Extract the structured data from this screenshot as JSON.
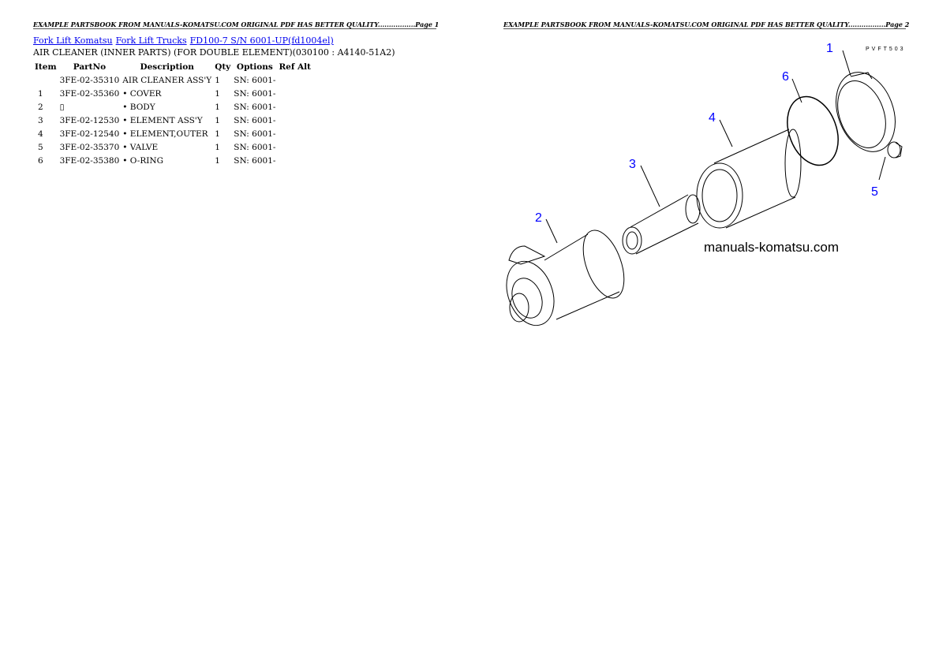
{
  "header_left": "EXAMPLE PARTSBOOK FROM MANUALS-KOMATSU.COM ORIGINAL PDF HAS BETTER QUALITY.................Page 1",
  "header_right": "EXAMPLE PARTSBOOK FROM MANUALS-KOMATSU.COM ORIGINAL PDF HAS BETTER QUALITY.................Page 2",
  "breadcrumb": [
    "Fork Lift Komatsu",
    "Fork Lift Trucks",
    "FD100-7 S/N 6001-UP(fd1004el)"
  ],
  "title": "AIR CLEANER (INNER PARTS) (FOR DOUBLE ELEMENT)(030100 : A4140-51A2)",
  "table": {
    "headers": [
      "Item",
      "PartNo",
      "Description",
      "Qty",
      "Options",
      "Ref Alt"
    ],
    "rows": [
      [
        "",
        "3FE-02-35310",
        "AIR CLEANER ASS'Y",
        "1",
        "SN: 6001-",
        ""
      ],
      [
        "1",
        "3FE-02-35360",
        "• COVER",
        "1",
        "SN: 6001-",
        ""
      ],
      [
        "2",
        "▯",
        "• BODY",
        "1",
        "SN: 6001-",
        ""
      ],
      [
        "3",
        "3FE-02-12530",
        "• ELEMENT ASS'Y",
        "1",
        "SN: 6001-",
        ""
      ],
      [
        "4",
        "3FE-02-12540",
        "• ELEMENT,OUTER",
        "1",
        "SN: 6001-",
        ""
      ],
      [
        "5",
        "3FE-02-35370",
        "• VALVE",
        "1",
        "SN: 6001-",
        ""
      ],
      [
        "6",
        "3FE-02-35380",
        "• O-RING",
        "1",
        "SN: 6001-",
        ""
      ]
    ]
  },
  "diagram": {
    "callouts": [
      "1",
      "2",
      "3",
      "4",
      "5",
      "6"
    ],
    "code": "PVFT503",
    "watermark": "manuals-komatsu.com",
    "callout_color": "#0000ff"
  }
}
